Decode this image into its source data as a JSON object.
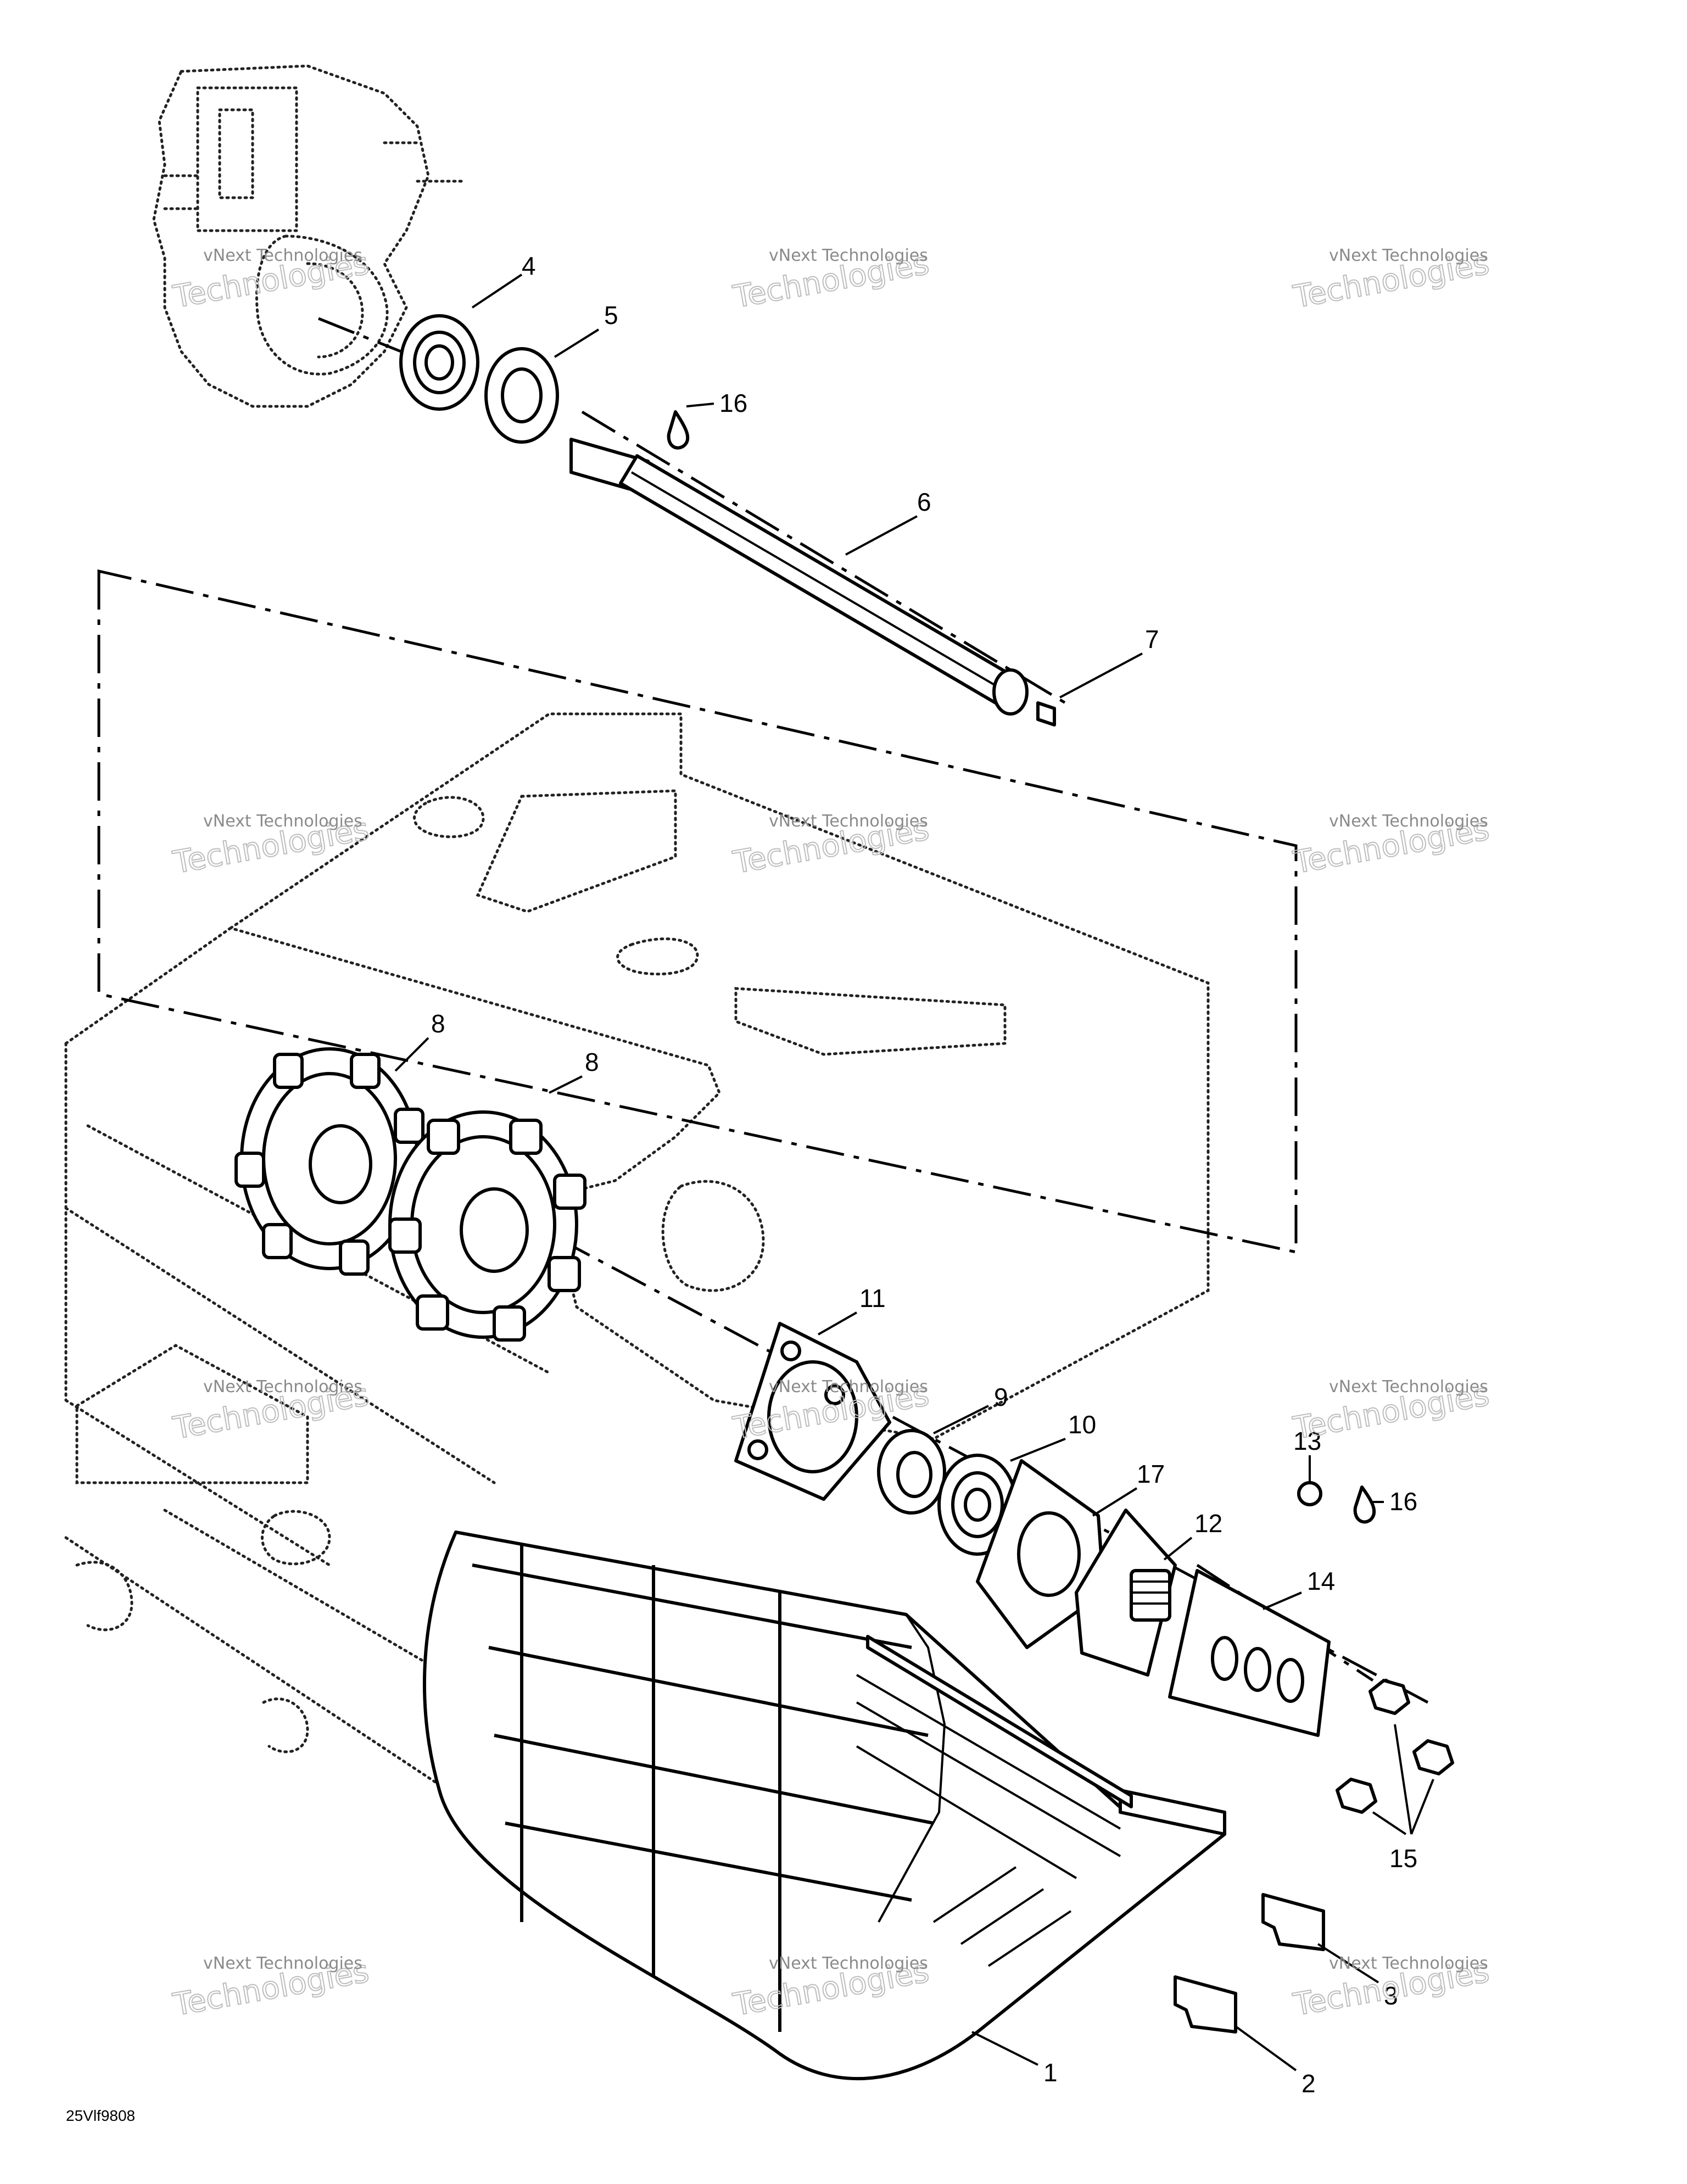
{
  "callouts": {
    "c1": "1",
    "c2": "2",
    "c3": "3",
    "c4": "4",
    "c5": "5",
    "c6": "6",
    "c7": "7",
    "c8a": "8",
    "c8b": "8",
    "c9": "9",
    "c10": "10",
    "c11": "11",
    "c12": "12",
    "c13": "13",
    "c14": "14",
    "c15": "15",
    "c16a": "16",
    "c16b": "16",
    "c17": "17"
  },
  "watermark": {
    "line1": "vNext Technologies",
    "line2": "vNext",
    "line3": "Technologies"
  },
  "drawing_code": "25Vlf9808"
}
